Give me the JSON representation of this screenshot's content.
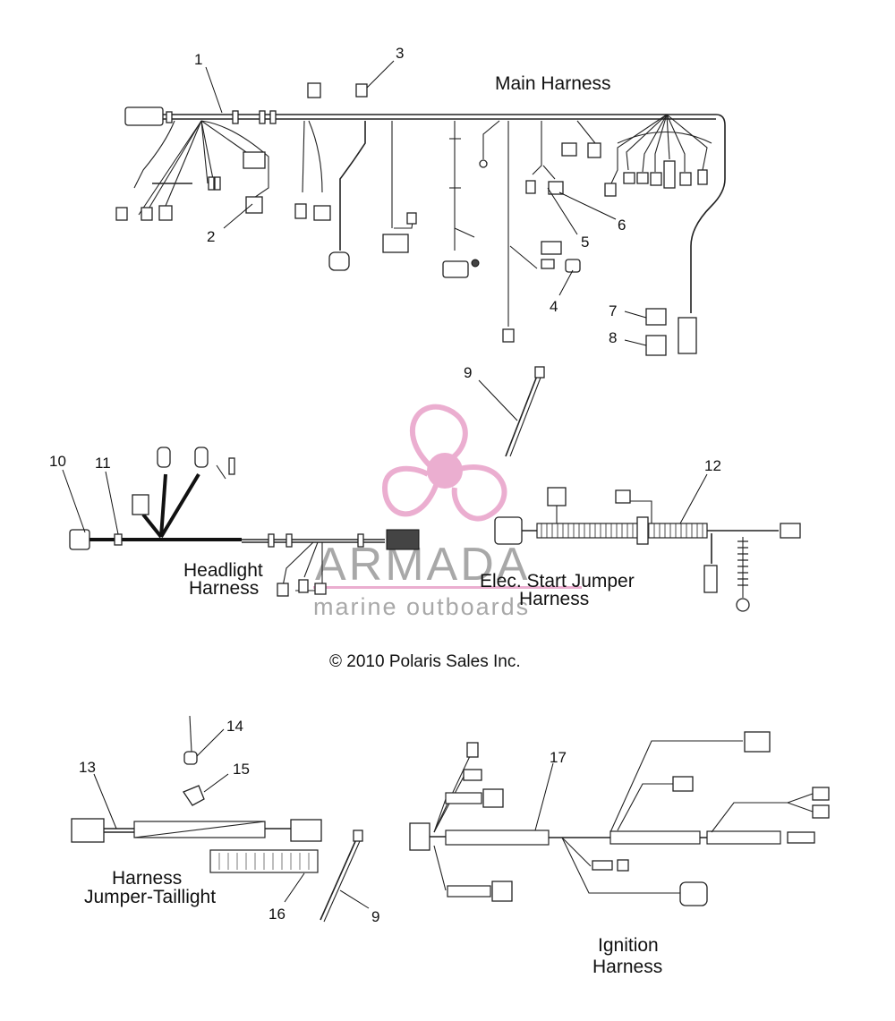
{
  "titles": {
    "main_harness": "Main Harness",
    "headlight_harness_line1": "Headlight",
    "headlight_harness_line2": "Harness",
    "elec_start_line1": "Elec. Start Jumper",
    "elec_start_line2": "Harness",
    "taillight_line1": "Harness",
    "taillight_line2": "Jumper-Taillight",
    "ignition_line1": "Ignition",
    "ignition_line2": "Harness"
  },
  "copyright": "© 2010 Polaris Sales Inc.",
  "watermark": {
    "brand": "ARMADA",
    "tagline": "marine outboards",
    "color": "#e8a0c8"
  },
  "callouts": {
    "c1": "1",
    "c2": "2",
    "c3": "3",
    "c4": "4",
    "c5": "5",
    "c6": "6",
    "c7": "7",
    "c8": "8",
    "c9a": "9",
    "c10": "10",
    "c11": "11",
    "c12": "12",
    "c13": "13",
    "c14": "14",
    "c15": "15",
    "c16": "16",
    "c9b": "9",
    "c17": "17"
  }
}
